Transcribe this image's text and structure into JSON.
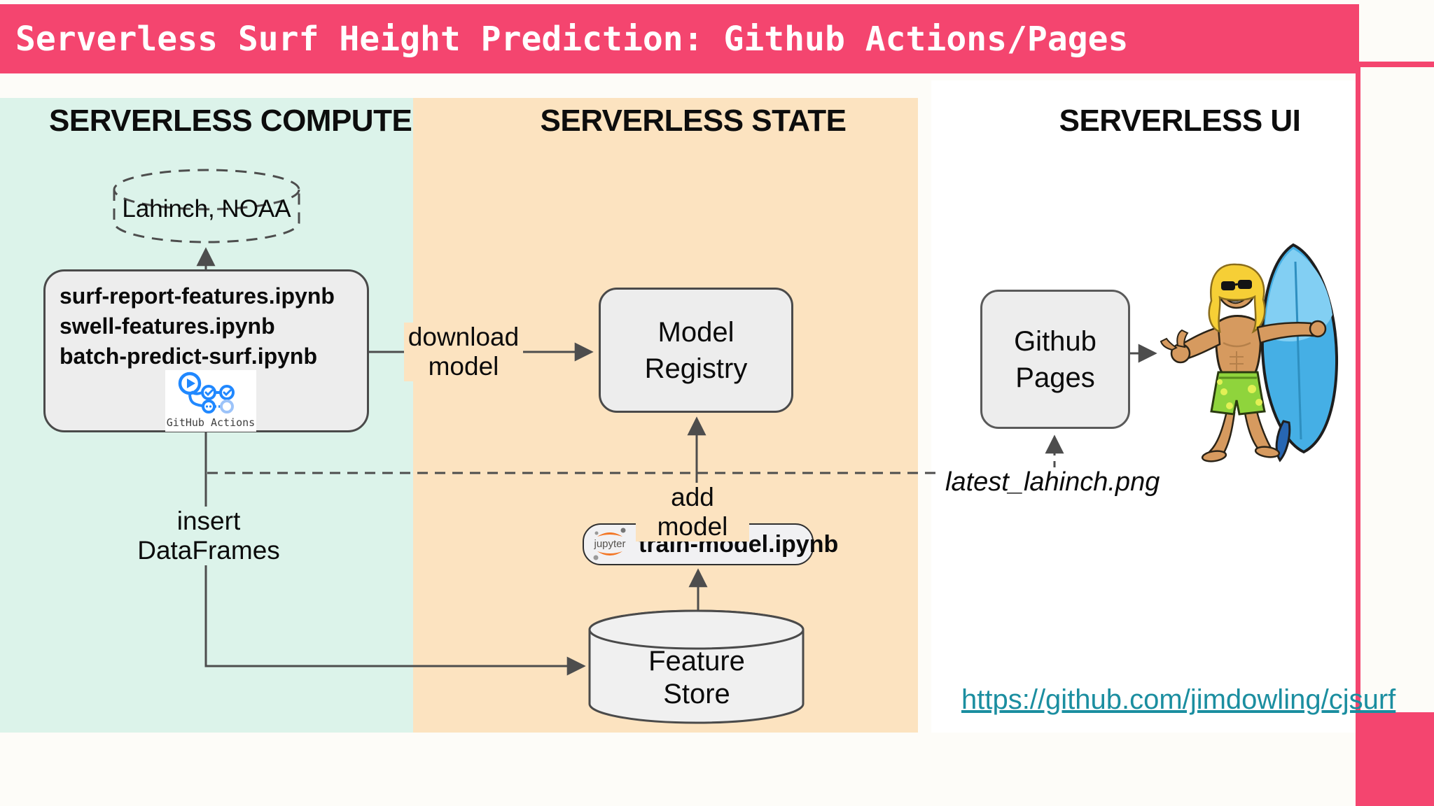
{
  "title": "Serverless Surf Height Prediction: Github Actions/Pages",
  "banner": {
    "bg": "#F4456F"
  },
  "columns": {
    "compute": {
      "label": "SERVERLESS COMPUTE",
      "bg": "#DCF3EA"
    },
    "state": {
      "label": "SERVERLESS STATE",
      "bg": "#FCE3C0"
    },
    "ui": {
      "label": "SERVERLESS UI",
      "bg": "#FFFFFF"
    }
  },
  "nodes": {
    "data_source": {
      "label": "Lahinch, NOAA"
    },
    "pipelines": {
      "line1": "surf-report-features.ipynb",
      "line2": "swell-features.ipynb",
      "line3": "batch-predict-surf.ipynb",
      "logo_caption": "GitHub Actions"
    },
    "model_registry": {
      "line1": "Model",
      "line2": "Registry"
    },
    "train_model": {
      "label": "train-model.ipynb",
      "logo_text": "jupyter"
    },
    "feature_store": {
      "line1": "Feature",
      "line2": "Store"
    },
    "github_pages": {
      "line1": "Github",
      "line2": "Pages"
    }
  },
  "annotations": {
    "download_model": {
      "line1": "download",
      "line2": "model"
    },
    "insert_dataframes": {
      "line1": "insert",
      "line2": "DataFrames"
    },
    "add_model": {
      "label": "add model"
    },
    "output_file": {
      "label": "latest_lahinch.png"
    }
  },
  "link": {
    "url": "https://github.com/jimdowling/cjsurf",
    "color": "#1B8EA0"
  },
  "colors": {
    "accent_pink": "#F4456F",
    "mint": "#DCF3EA",
    "orange": "#FCE3C0",
    "node_fill": "#EDEDED",
    "node_border": "#4A4A4A",
    "connector": "#4D4D4D",
    "actions_blue": "#2088FF",
    "jupyter_orange": "#F37726",
    "surfboard_blue": "#45AFE5",
    "link_teal": "#1B8EA0"
  }
}
